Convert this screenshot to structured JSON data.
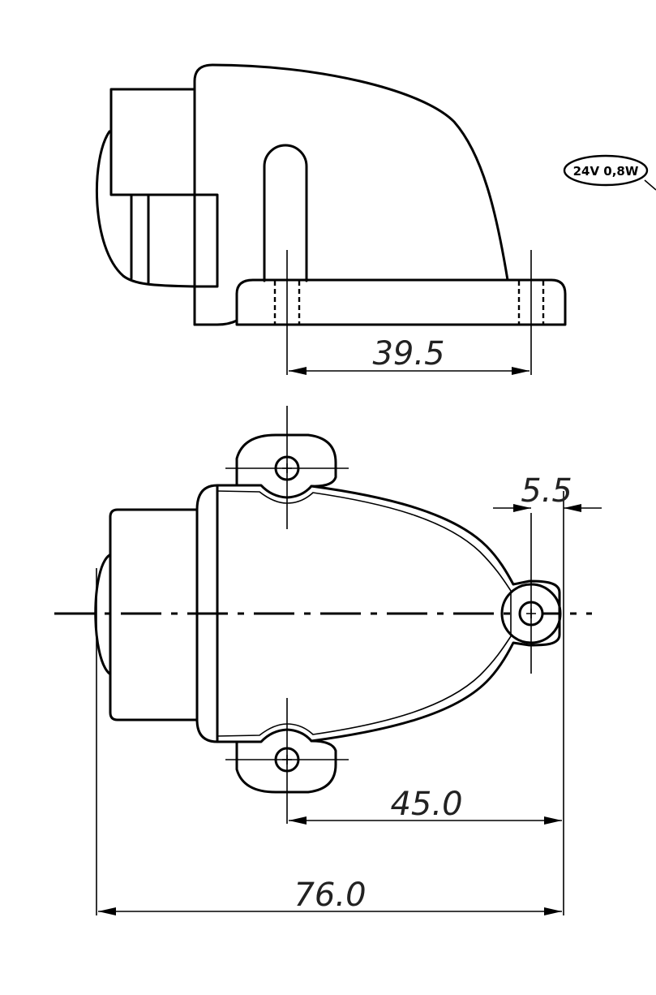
{
  "badge": {
    "label": "24V 0,8W"
  },
  "dimensions": {
    "hole_spacing_side": "39.5",
    "lug_width": "5.5",
    "hole_to_lug": "45.0",
    "overall_length": "76.0"
  }
}
